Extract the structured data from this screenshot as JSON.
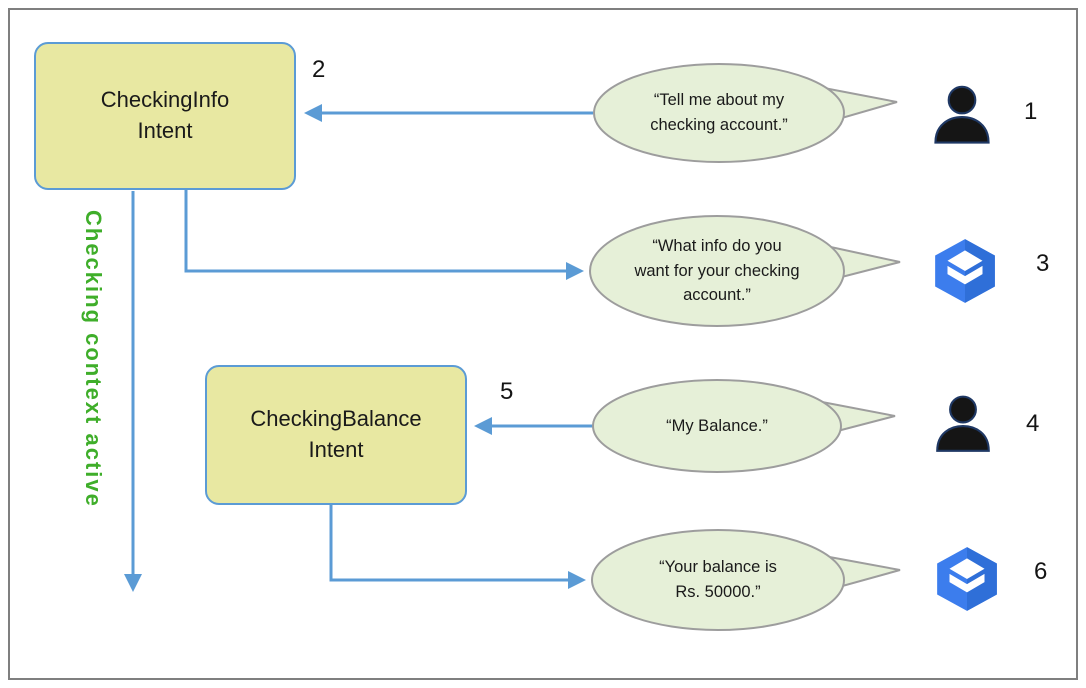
{
  "diagram": {
    "context_label": "Checking context active",
    "intents": [
      {
        "name": "CheckingInfo",
        "label": "CheckingInfo\nIntent"
      },
      {
        "name": "CheckingBalance",
        "label": "CheckingBalance\nIntent"
      }
    ],
    "messages": [
      {
        "step": "1",
        "speaker": "user",
        "text": "“Tell me about my\nchecking account.”"
      },
      {
        "step": "3",
        "speaker": "bot",
        "text": "“What info do you\nwant for your checking\naccount.”"
      },
      {
        "step": "4",
        "speaker": "user",
        "text": "“My Balance.”"
      },
      {
        "step": "6",
        "speaker": "bot",
        "text": "“Your balance is\nRs. 50000.”"
      }
    ],
    "arrow_labels": [
      {
        "step": "2"
      },
      {
        "step": "5"
      }
    ],
    "colors": {
      "intent_fill": "#e8e8a2",
      "intent_border": "#5b9bd5",
      "bubble_fill": "#e6f0d8",
      "bubble_border": "#9d9d9d",
      "arrow": "#5b9bd5",
      "context_text": "#3fae2a",
      "bot_icon_blue": "#3c7ded",
      "user_icon_black": "#151515",
      "frame_border": "#7f7f7f"
    }
  }
}
